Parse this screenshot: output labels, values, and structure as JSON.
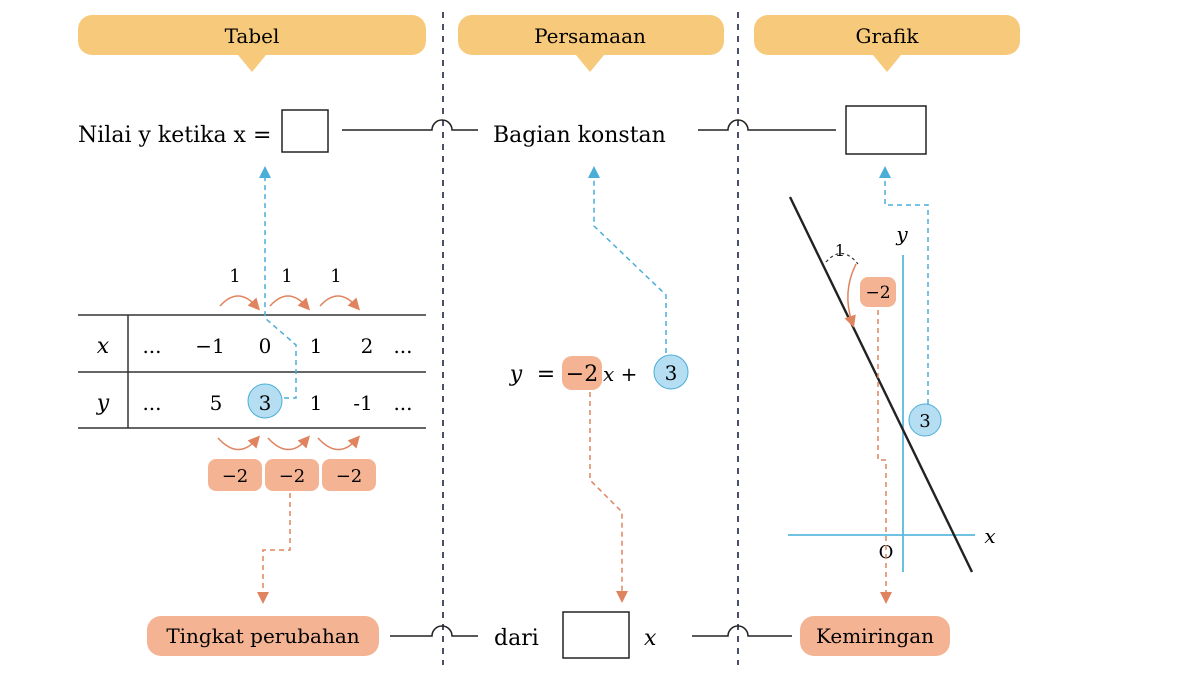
{
  "headers": {
    "table": "Tabel",
    "equation": "Persamaan",
    "graph": "Grafik"
  },
  "top_row": {
    "table_label": "Nilai y ketika x =",
    "equation_label": "Bagian konstan"
  },
  "bottom_row": {
    "table_label": "Tingkat perubahan",
    "equation_prefix": "dari",
    "equation_suffix": "x",
    "graph_label": "Kemiringan"
  },
  "table": {
    "row_labels": [
      "x",
      "y"
    ],
    "x_values": [
      "...",
      "−1",
      "0",
      "1",
      "2",
      "..."
    ],
    "y_values": [
      "...",
      "5",
      "3",
      "1",
      "-1",
      "..."
    ],
    "x_steps": [
      "1",
      "1",
      "1"
    ],
    "y_steps": [
      "−2",
      "−2",
      "−2"
    ]
  },
  "equation": {
    "lhs": "y",
    "equals": "=",
    "slope": "−2",
    "x_term": "x +",
    "constant": "3"
  },
  "graph": {
    "x_axis_label": "x",
    "y_axis_label": "y",
    "origin_label": "O",
    "run_label": "1",
    "rise_label": "−2",
    "intercept_label": "3"
  },
  "colors": {
    "header_fill": "#f7c97a",
    "rate_fill": "#f4b493",
    "rate_stroke": "#e0845f",
    "const_fill": "#b5def2",
    "const_stroke": "#4aaed8",
    "axis_blue": "#5bb8de",
    "divider": "#4a5166",
    "text": "#222222"
  }
}
